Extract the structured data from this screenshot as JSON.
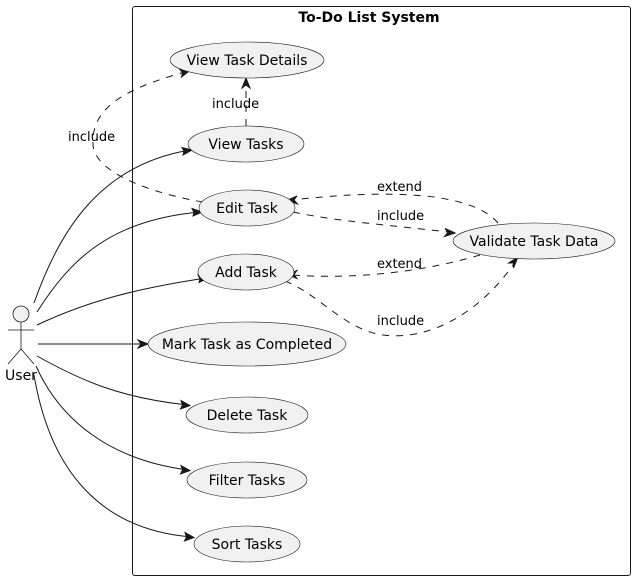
{
  "system": {
    "title": "To-Do List System"
  },
  "actor": {
    "name": "User"
  },
  "use_cases": {
    "view_task_details": "View Task Details",
    "view_tasks": "View Tasks",
    "edit_task": "Edit Task",
    "add_task": "Add Task",
    "validate_task_data": "Validate Task Data",
    "mark_completed": "Mark Task as Completed",
    "delete_task": "Delete Task",
    "filter_tasks": "Filter Tasks",
    "sort_tasks": "Sort Tasks"
  },
  "relations": {
    "view_tasks_include_details": "include",
    "edit_include_details": "include",
    "validate_extend_edit": "extend",
    "edit_include_validate": "include",
    "validate_extend_add": "extend",
    "add_include_validate": "include"
  }
}
